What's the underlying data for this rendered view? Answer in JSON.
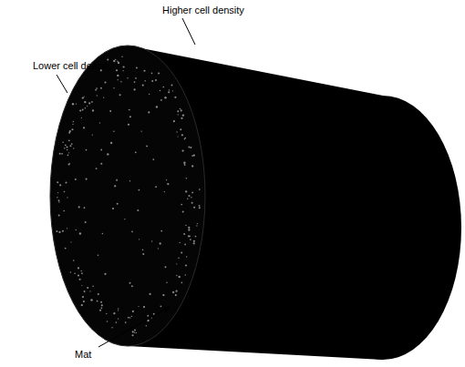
{
  "diagram": {
    "labels": [
      "Higher cell density",
      "Lower cell density",
      "Mat"
    ]
  }
}
